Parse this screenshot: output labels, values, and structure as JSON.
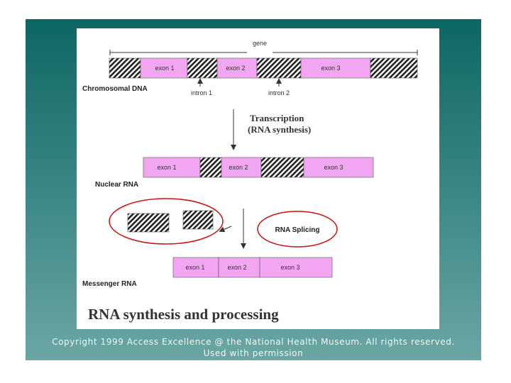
{
  "figure": {
    "gene_label": "gene",
    "chromosomal_dna": {
      "label": "Chromosomal DNA",
      "exons": [
        "exon 1",
        "exon 2",
        "exon 3"
      ],
      "introns": [
        "intron 1",
        "intron 2"
      ]
    },
    "transcription": {
      "line1": "Transcription",
      "line2": "(RNA synthesis)"
    },
    "nuclear_rna": {
      "label": "Nuclear RNA",
      "exons": [
        "exon 1",
        "exon 2",
        "exon 3"
      ]
    },
    "rna_splicing": "RNA Splicing",
    "messenger_rna": {
      "label": "Messenger RNA",
      "exons": [
        "exon 1",
        "exon 2",
        "exon 3"
      ]
    },
    "title": "RNA synthesis and processing"
  },
  "footer": {
    "copyright": "Copyright 1999 Access Excellence @ the National Health Museum. All rights reserved.",
    "permission": "Used with permission"
  },
  "colors": {
    "exon_fill": "#f2a6f2",
    "highlight_ring": "#cc1111",
    "background_top": "#0d6663",
    "background_bottom": "#6ba6a4"
  }
}
